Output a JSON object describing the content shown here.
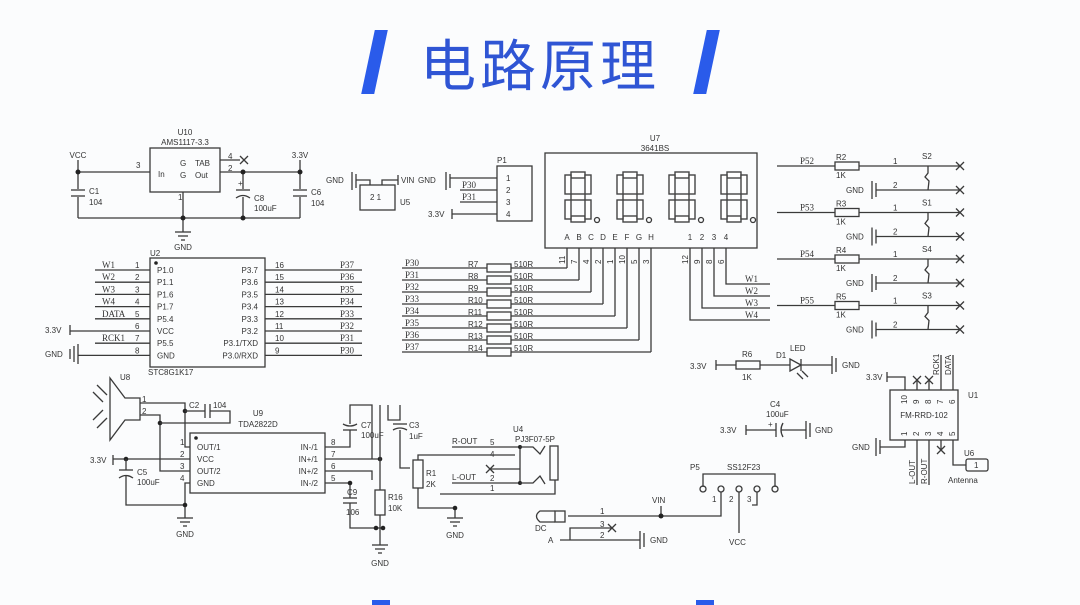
{
  "title": "电路原理",
  "colors": {
    "accent": "#2a5bea",
    "title_text": "#2f55d4",
    "wire": "#3a3a3a"
  },
  "regulator": {
    "ref": "U10",
    "part": "AMS1117-3.3",
    "pin_in": "In",
    "pin_out": "Out",
    "pin_tab": "TAB",
    "pin_gnd": "G",
    "num_in": "3",
    "num_tab": "4",
    "num_out": "2",
    "num_gnd": "1",
    "vcc": "VCC",
    "v33": "3.3V",
    "gnd": "GND",
    "c1_ref": "C1",
    "c1_val": "104",
    "c8_ref": "C8",
    "c8_val": "100uF",
    "c6_ref": "C6",
    "c6_val": "104"
  },
  "mcu": {
    "ref": "U2",
    "part": "STC8G1K17",
    "v33": "3.3V",
    "gnd": "GND",
    "left": [
      {
        "net": "W1",
        "num": "1",
        "pin": "P1.0"
      },
      {
        "net": "W2",
        "num": "2",
        "pin": "P1.1"
      },
      {
        "net": "W3",
        "num": "3",
        "pin": "P1.6"
      },
      {
        "net": "W4",
        "num": "4",
        "pin": "P1.7"
      },
      {
        "net": "DATA",
        "num": "5",
        "pin": "P5.4"
      },
      {
        "net": "",
        "num": "6",
        "pin": "VCC"
      },
      {
        "net": "RCK1",
        "num": "7",
        "pin": "P5.5"
      },
      {
        "net": "",
        "num": "8",
        "pin": "GND"
      }
    ],
    "right": [
      {
        "net": "P37",
        "num": "16",
        "pin": "P3.7"
      },
      {
        "net": "P36",
        "num": "15",
        "pin": "P3.6"
      },
      {
        "net": "P35",
        "num": "14",
        "pin": "P3.5"
      },
      {
        "net": "P34",
        "num": "13",
        "pin": "P3.4"
      },
      {
        "net": "P33",
        "num": "12",
        "pin": "P3.3"
      },
      {
        "net": "P32",
        "num": "11",
        "pin": "P3.2"
      },
      {
        "net": "P31",
        "num": "10",
        "pin": "P3.1/TXD"
      },
      {
        "net": "P30",
        "num": "9",
        "pin": "P3.0/RXD"
      }
    ]
  },
  "usb": {
    "ref": "U5",
    "gnd": "GND",
    "vin": "VIN",
    "pins": "2 1"
  },
  "header": {
    "ref": "P1",
    "gnd": "GND",
    "v33": "3.3V",
    "nets": [
      "P30",
      "P31"
    ],
    "pins": [
      "1",
      "2",
      "3",
      "4"
    ]
  },
  "display": {
    "ref": "U7",
    "part": "3641BS",
    "segments": [
      "A",
      "B",
      "C",
      "D",
      "E",
      "F",
      "G",
      "H"
    ],
    "segment_pins": [
      "11",
      "7",
      "4",
      "2",
      "1",
      "10",
      "5",
      "3"
    ],
    "digits": [
      "1",
      "2",
      "3",
      "4"
    ],
    "digit_pins": [
      "12",
      "9",
      "8",
      "6"
    ],
    "digit_nets": [
      "W1",
      "W2",
      "W3",
      "W4"
    ]
  },
  "resistors": [
    {
      "net": "P30",
      "ref": "R7",
      "val": "510R"
    },
    {
      "net": "P31",
      "ref": "R8",
      "val": "510R"
    },
    {
      "net": "P32",
      "ref": "R9",
      "val": "510R"
    },
    {
      "net": "P33",
      "ref": "R10",
      "val": "510R"
    },
    {
      "net": "P34",
      "ref": "R11",
      "val": "510R"
    },
    {
      "net": "P35",
      "ref": "R12",
      "val": "510R"
    },
    {
      "net": "P36",
      "ref": "R13",
      "val": "510R"
    },
    {
      "net": "P37",
      "ref": "R14",
      "val": "510R"
    }
  ],
  "switches": [
    {
      "net": "P52",
      "ref": "R2",
      "val": "1K",
      "sw": "S2",
      "p1": "1",
      "p2": "2",
      "gnd": "GND"
    },
    {
      "net": "P53",
      "ref": "R3",
      "val": "1K",
      "sw": "S1",
      "p1": "1",
      "p2": "2",
      "gnd": "GND"
    },
    {
      "net": "P54",
      "ref": "R4",
      "val": "1K",
      "sw": "S4",
      "p1": "1",
      "p2": "2",
      "gnd": "GND"
    },
    {
      "net": "P55",
      "ref": "R5",
      "val": "1K",
      "sw": "S3",
      "p1": "1",
      "p2": "2",
      "gnd": "GND"
    }
  ],
  "led": {
    "v33": "3.3V",
    "r_ref": "R6",
    "r_val": "1K",
    "d_ref": "D1",
    "d_val": "LED",
    "gnd": "GND"
  },
  "c4": {
    "ref": "C4",
    "val": "100uF",
    "v33": "3.3V",
    "gnd": "GND"
  },
  "radio": {
    "ref": "U1",
    "part": "FM-RRD-102",
    "v33": "3.3V",
    "gnd": "GND",
    "top_pins": [
      "10",
      "9",
      "8",
      "7",
      "6"
    ],
    "bottom_pins": [
      "1",
      "2",
      "3",
      "4",
      "5"
    ],
    "rck": "RCK1",
    "data": "DATA",
    "lout": "L-OUT",
    "rout": "R-OUT",
    "ant_ref": "U6",
    "ant_pin": "1",
    "ant_label": "Antenna"
  },
  "amp": {
    "spk_ref": "U8",
    "spk_p1": "1",
    "spk_p2": "2",
    "c2_ref": "C2",
    "c2_val": "104",
    "ref": "U9",
    "part": "TDA2822D",
    "left_pins": [
      {
        "num": "1",
        "name": "OUT/1"
      },
      {
        "num": "2",
        "name": "VCC"
      },
      {
        "num": "3",
        "name": "OUT/2"
      },
      {
        "num": "4",
        "name": "GND"
      }
    ],
    "right_pins": [
      {
        "num": "8",
        "name": "IN-/1"
      },
      {
        "num": "7",
        "name": "IN+/1"
      },
      {
        "num": "6",
        "name": "IN+/2"
      },
      {
        "num": "5",
        "name": "IN-/2"
      }
    ],
    "v33": "3.3V",
    "c5_ref": "C5",
    "c5_val": "100uF",
    "gnd": "GND",
    "c7_ref": "C7",
    "c7_val": "100uF",
    "c3_ref": "C3",
    "c3_val": "1uF",
    "r1_ref": "R1",
    "r1_val": "2K",
    "r16_ref": "R16",
    "r16_val": "10K",
    "c9_ref": "C9",
    "c9_val": "106"
  },
  "jack": {
    "ref": "U4",
    "part": "PJ3F07-5P",
    "rout": "R-OUT",
    "lout": "L-OUT",
    "pins": [
      "5",
      "4",
      "2",
      "1"
    ],
    "gnd": "GND"
  },
  "power": {
    "p5_ref": "P5",
    "p5_part": "SS12F23",
    "sw_pins": [
      "1",
      "2",
      "3"
    ],
    "vin": "VIN",
    "vcc": "VCC",
    "dc": "DC",
    "dc_pins": [
      "1",
      "3",
      "2"
    ],
    "dc_a": "A",
    "gnd": "GND"
  }
}
